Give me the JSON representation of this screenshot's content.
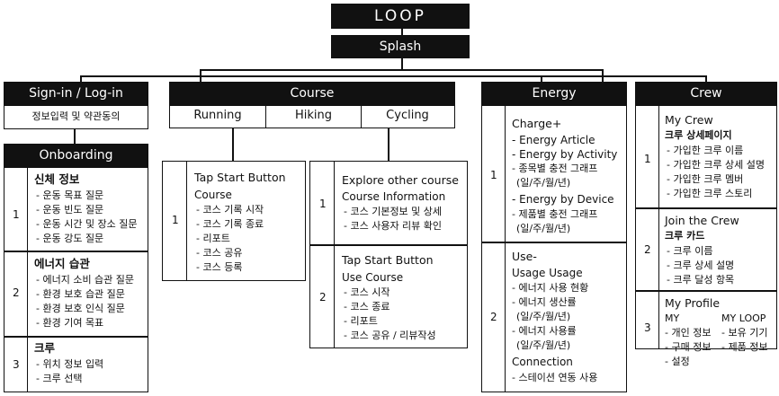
{
  "top": {
    "title": "LOOP",
    "splash": "Splash"
  },
  "signin": {
    "title": "Sign-in / Log-in",
    "subtitle": "정보입력 및 약관동의"
  },
  "onboarding": {
    "title": "Onboarding",
    "rows": [
      {
        "num": "1",
        "heading": "신체 정보",
        "items": [
          "- 운동 목표 질문",
          "- 운동 빈도 질문",
          "- 운동 시간 및 장소 질문",
          "- 운동 강도 질문"
        ]
      },
      {
        "num": "2",
        "heading": "에너지 습관",
        "items": [
          "- 에너지 소비 습관 질문",
          "- 환경 보호 습관 질문",
          "- 환경 보호 인식 질문",
          "- 환경 기여 목표"
        ]
      },
      {
        "num": "3",
        "heading": "크루",
        "items": [
          "- 위치 정보 입력",
          "- 크루 선택"
        ]
      }
    ]
  },
  "course": {
    "title": "Course",
    "tabs": [
      "Running",
      "Hiking",
      "Cycling"
    ],
    "left": {
      "num": "1",
      "heading": "Tap Start Button",
      "sub": "Course",
      "items": [
        "- 코스 기록 시작",
        "- 코스 기록 종료",
        "- 리포트",
        "- 코스 공유",
        "- 코스 등록"
      ]
    },
    "right": [
      {
        "num": "1",
        "heading": "Explore other course",
        "sub": "Course Information",
        "items": [
          "- 코스 기본정보 및 상세",
          "- 코스 사용자 리뷰 확인"
        ]
      },
      {
        "num": "2",
        "heading": "Tap Start Button",
        "sub": "Use Course",
        "items": [
          "- 코스 시작",
          "- 코스 종료",
          "- 리포트",
          "- 코스 공유 / 리뷰작성"
        ]
      }
    ]
  },
  "energy": {
    "title": "Energy",
    "rows": [
      {
        "num": "1",
        "lines": [
          "Charge+",
          "- Energy Article",
          "- Energy by Activity",
          "- 종목별 충전 그래프",
          "(일/주/월/년)",
          "- Energy by Device",
          "- 제품별 충전 그래프",
          "(일/주/월/년)"
        ]
      },
      {
        "num": "2",
        "lines": [
          "Use-",
          "Usage Usage",
          "- 에너지 사용 현황",
          "- 에너지 생산률",
          "(일/주/월/년)",
          "- 에너지 사용률",
          "(일/주/월/년)",
          "Connection",
          "- 스테이션 연동 사용"
        ]
      }
    ]
  },
  "crew": {
    "title": "Crew",
    "rows": [
      {
        "num": "1",
        "heading": "My Crew",
        "sub": "크루 상세페이지",
        "items": [
          "- 가입한 크루 이름",
          "- 가입한 크루 상세 설명",
          "- 가입한 크루 멤버",
          "- 가입한 크루 스토리"
        ]
      },
      {
        "num": "2",
        "heading": "Join the Crew",
        "sub": "크루 카드",
        "items": [
          "- 크루 이름",
          "- 크루 상세 설명",
          "- 크루 달성 항목"
        ]
      },
      {
        "num": "3",
        "heading": "My Profile",
        "col1_title": "MY",
        "col2_title": "MY LOOP",
        "col1": [
          "- 개인 정보",
          "- 구매 정보",
          "- 설정"
        ],
        "col2": [
          "- 보유 기기",
          "- 제품 정보"
        ]
      }
    ]
  }
}
